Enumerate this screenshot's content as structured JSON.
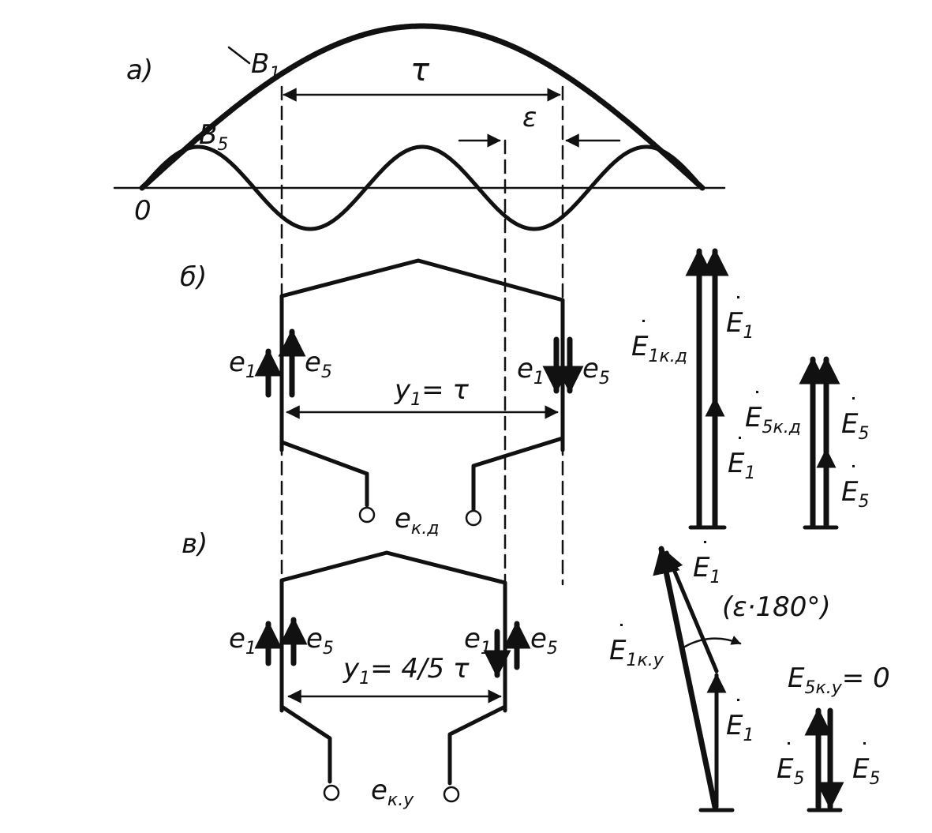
{
  "labels": {
    "part_a": "a)",
    "part_b": "б)",
    "part_c": "в)",
    "origin": "0",
    "b1": "B",
    "b1_sub": "1",
    "b5": "B",
    "b5_sub": "5",
    "tau": "τ",
    "epsilon": "ε",
    "e": "e",
    "e_sub1": "1",
    "e_sub5": "5",
    "pitch_full": "y",
    "pitch_full_sub": "1",
    "pitch_full_value": "= τ",
    "pitch_short": "y",
    "pitch_short_sub": "1",
    "pitch_short_value": "= 4/5 τ",
    "ekd": "e",
    "ekd_sub": "к.д",
    "eky": "e",
    "eky_sub": "к.у",
    "E": "E",
    "E1kd_sub": "1к.д",
    "E5kd_sub": "5к.д",
    "E1ky_sub": "1к.у",
    "E5ky_sub": "5к.у",
    "E5ky_value": "= 0",
    "angle_note": "(ε·180°)",
    "dot": "˙"
  }
}
